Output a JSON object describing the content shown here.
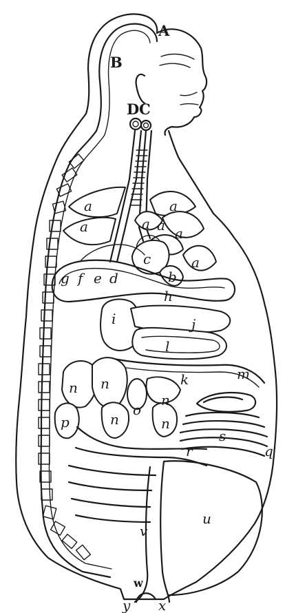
{
  "figure": {
    "labels": {
      "A": "A",
      "B": "B",
      "C": "C",
      "D": "D",
      "a1": "a",
      "a2": "a",
      "a3": "a",
      "a4": "a",
      "a5": "a",
      "a6": "a",
      "a7": "a",
      "b": "b",
      "c": "c",
      "d": "d",
      "e": "e",
      "f": "f",
      "g": "g",
      "h": "h",
      "i": "i",
      "j": "j",
      "k": "k",
      "l": "l",
      "m": "m",
      "n1": "n",
      "n2": "n",
      "n3": "n",
      "n4": "n",
      "n5": "n",
      "o": "o",
      "p": "p",
      "q": "q",
      "r": "r",
      "s": "s",
      "u": "u",
      "v": "v",
      "w": "w",
      "x": "x",
      "y": "y"
    }
  }
}
